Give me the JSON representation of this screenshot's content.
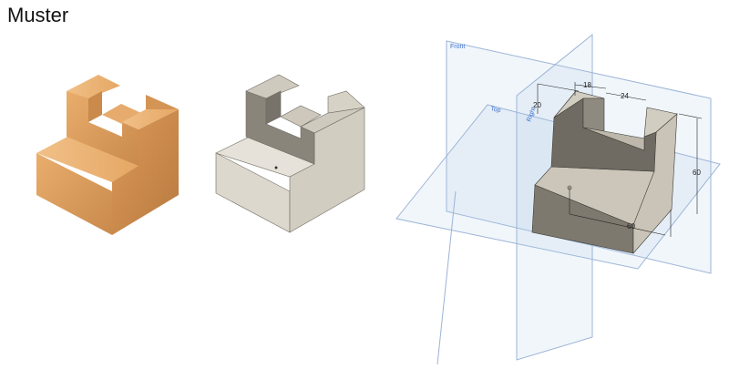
{
  "title": "Muster",
  "planes": {
    "front": "Front",
    "top": "Top",
    "right": "Right"
  },
  "dimensions": {
    "slot_offset": "18",
    "slot_width": "24",
    "step_depth": "20",
    "height": "60",
    "width": "60"
  },
  "colors": {
    "wood": "#e3a464",
    "gray_top": "#d6d1c5",
    "gray_side": "#8c877c",
    "plane": "#9bb4d6"
  }
}
